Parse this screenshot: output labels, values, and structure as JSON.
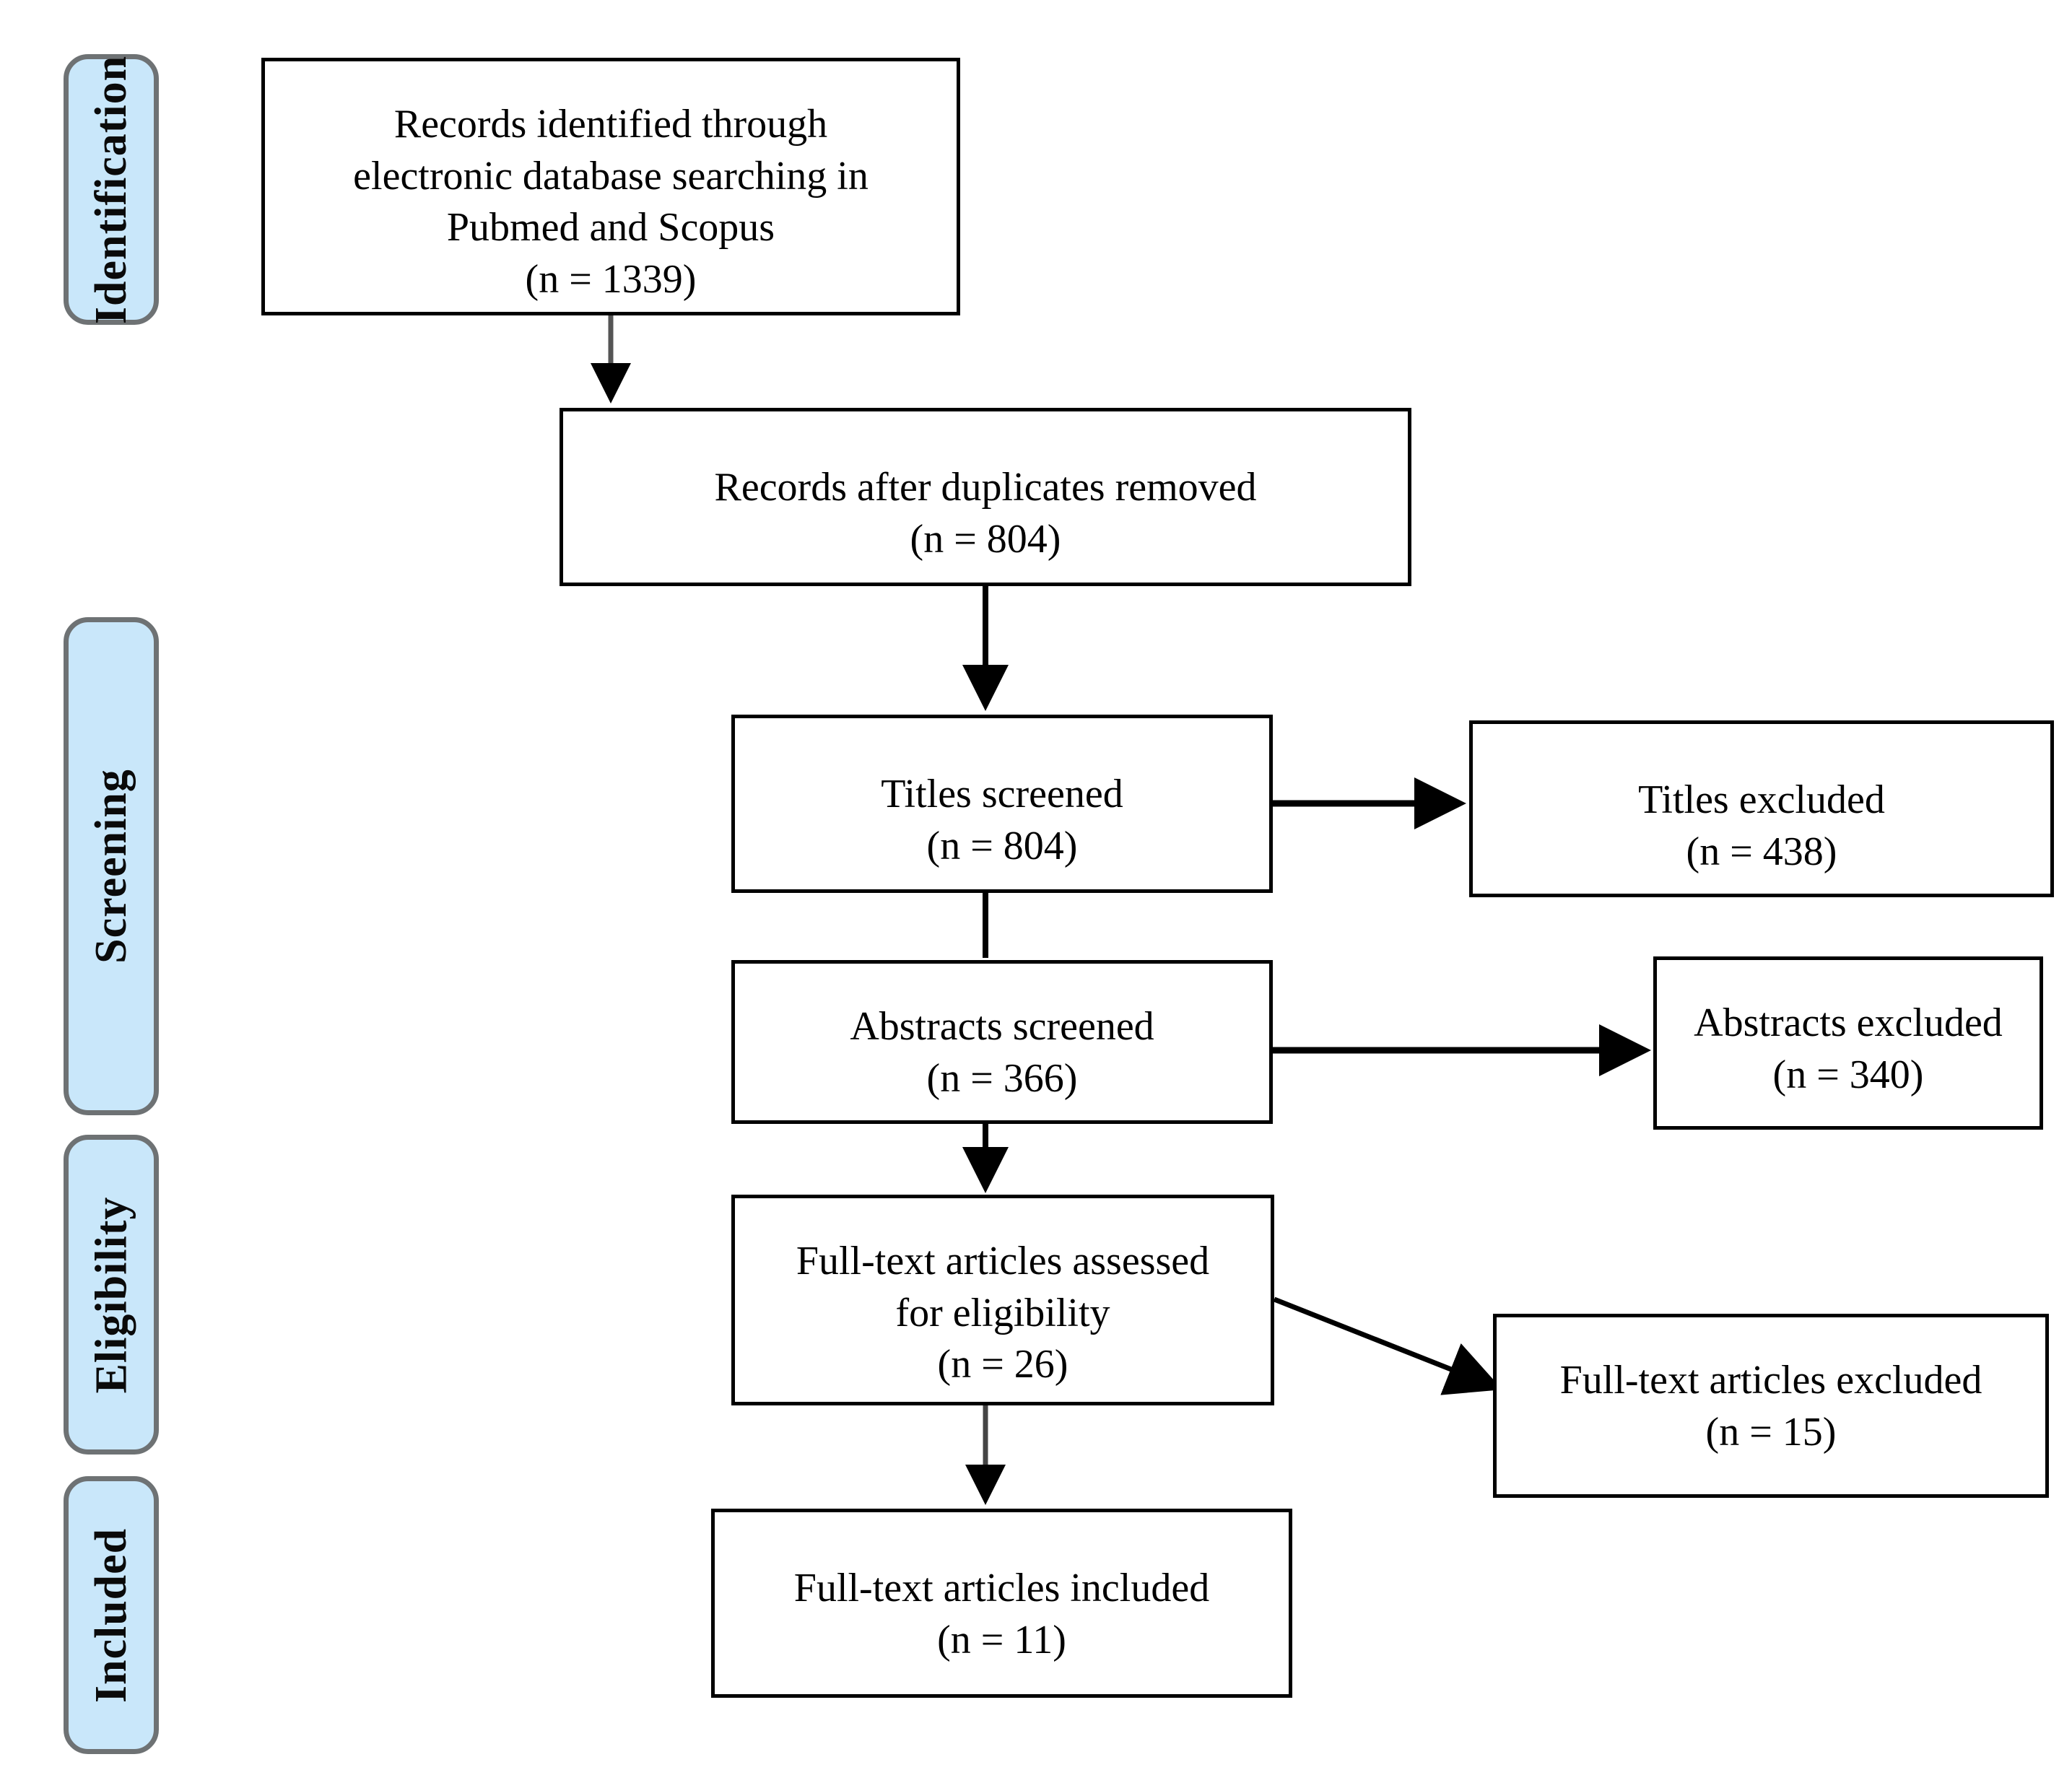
{
  "diagram": {
    "title": "PRISMA study selection flow diagram",
    "type": "flowchart",
    "colors": {
      "stage_pill_fill": "#C9E7FA",
      "stage_pill_border": "#6E7274",
      "box_border": "#000000",
      "box_fill": "#FFFFFF",
      "arrow": "#000000",
      "text": "#000000"
    }
  },
  "stages": [
    {
      "id": "identification",
      "label": "Identification"
    },
    {
      "id": "screening",
      "label": "Screening"
    },
    {
      "id": "eligibility",
      "label": "Eligibility"
    },
    {
      "id": "included",
      "label": "Included"
    }
  ],
  "boxes": {
    "records_identified": {
      "label": "Records identified through\nelectronic database searching in\nPubmed and Scopus\n(n = 1339)",
      "n": 1339,
      "stage": "identification"
    },
    "records_after_duplicates": {
      "label": "Records after duplicates removed\n(n = 804)",
      "n": 804,
      "stage": "identification"
    },
    "titles_screened": {
      "label": "Titles screened\n(n = 804)",
      "n": 804,
      "stage": "screening"
    },
    "titles_excluded": {
      "label": "Titles excluded\n(n = 438)",
      "n": 438,
      "stage": "screening"
    },
    "abstracts_screened": {
      "label": "Abstracts screened\n(n = 366)",
      "n": 366,
      "stage": "screening"
    },
    "abstracts_excluded": {
      "label": "Abstracts excluded\n(n = 340)",
      "n": 340,
      "stage": "screening"
    },
    "fulltext_assessed": {
      "label": "Full-text articles assessed\nfor eligibility\n(n = 26)",
      "n": 26,
      "stage": "eligibility"
    },
    "fulltext_excluded": {
      "label": "Full-text articles excluded\n(n = 15)",
      "n": 15,
      "stage": "eligibility"
    },
    "fulltext_included": {
      "label": "Full-text articles included\n(n = 11)",
      "n": 11,
      "stage": "included"
    }
  },
  "flows": [
    {
      "from": "records_identified",
      "to": "records_after_duplicates",
      "direction": "down"
    },
    {
      "from": "records_after_duplicates",
      "to": "titles_screened",
      "direction": "down"
    },
    {
      "from": "titles_screened",
      "to": "titles_excluded",
      "direction": "right"
    },
    {
      "from": "titles_screened",
      "to": "abstracts_screened",
      "direction": "down"
    },
    {
      "from": "abstracts_screened",
      "to": "abstracts_excluded",
      "direction": "right"
    },
    {
      "from": "abstracts_screened",
      "to": "fulltext_assessed",
      "direction": "down"
    },
    {
      "from": "fulltext_assessed",
      "to": "fulltext_excluded",
      "direction": "diagonal-down-right"
    },
    {
      "from": "fulltext_assessed",
      "to": "fulltext_included",
      "direction": "down"
    }
  ]
}
